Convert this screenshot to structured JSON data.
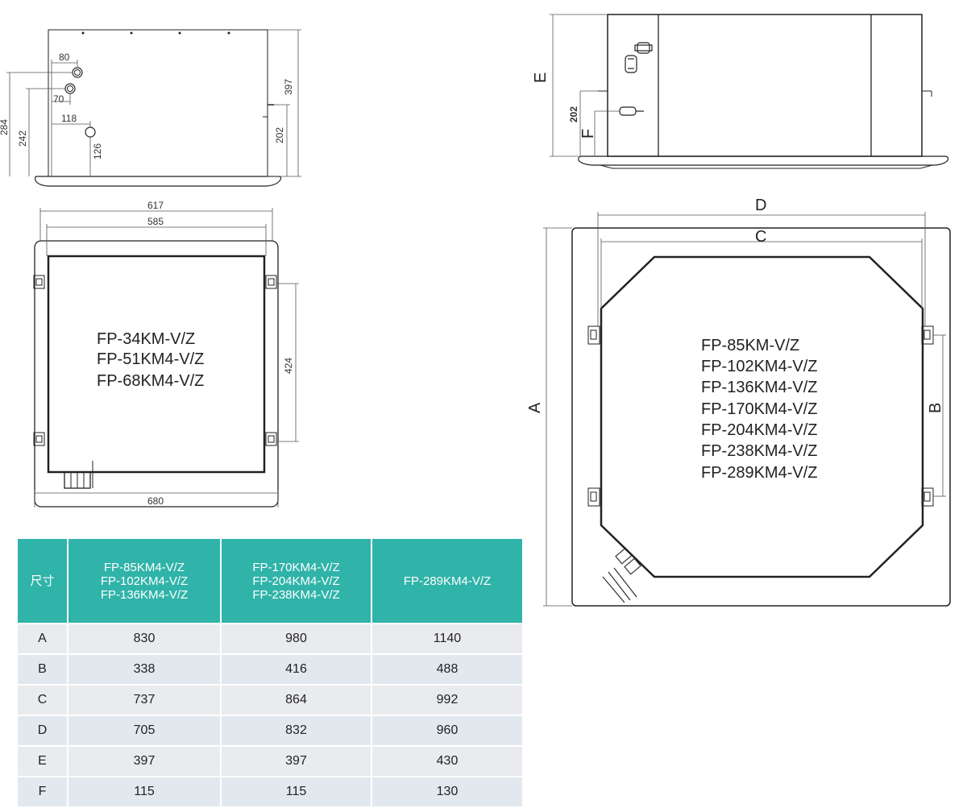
{
  "small_unit": {
    "side_dims": {
      "d80": "80",
      "d70": "70",
      "d118": "118",
      "d126": "126",
      "d284": "284",
      "d242": "242",
      "d397": "397",
      "d202": "202"
    },
    "plan_dims": {
      "d617": "617",
      "d585": "585",
      "d424": "424",
      "d680": "680"
    },
    "models": [
      "FP-34KM-V/Z",
      "FP-51KM4-V/Z",
      "FP-68KM4-V/Z"
    ]
  },
  "large_unit": {
    "side_labels": {
      "E": "E",
      "F": "F",
      "d202": "202"
    },
    "plan_labels": {
      "A": "A",
      "B": "B",
      "C": "C",
      "D": "D"
    },
    "models": [
      "FP-85KM-V/Z",
      "FP-102KM4-V/Z",
      "FP-136KM4-V/Z",
      "FP-170KM4-V/Z",
      "FP-204KM4-V/Z",
      "FP-238KM4-V/Z",
      "FP-289KM4-V/Z"
    ]
  },
  "table": {
    "header_color": "#30b3a9",
    "corner_label": "尺寸",
    "columns": [
      [
        "FP-85KM4-V/Z",
        "FP-102KM4-V/Z",
        "FP-136KM4-V/Z"
      ],
      [
        "FP-170KM4-V/Z",
        "FP-204KM4-V/Z",
        "FP-238KM4-V/Z"
      ],
      [
        "FP-289KM4-V/Z"
      ]
    ],
    "rows": [
      {
        "label": "A",
        "values": [
          "830",
          "980",
          "1140"
        ]
      },
      {
        "label": "B",
        "values": [
          "338",
          "416",
          "488"
        ]
      },
      {
        "label": "C",
        "values": [
          "737",
          "864",
          "992"
        ]
      },
      {
        "label": "D",
        "values": [
          "705",
          "832",
          "960"
        ]
      },
      {
        "label": "E",
        "values": [
          "397",
          "397",
          "430"
        ]
      },
      {
        "label": "F",
        "values": [
          "115",
          "115",
          "130"
        ]
      }
    ]
  }
}
